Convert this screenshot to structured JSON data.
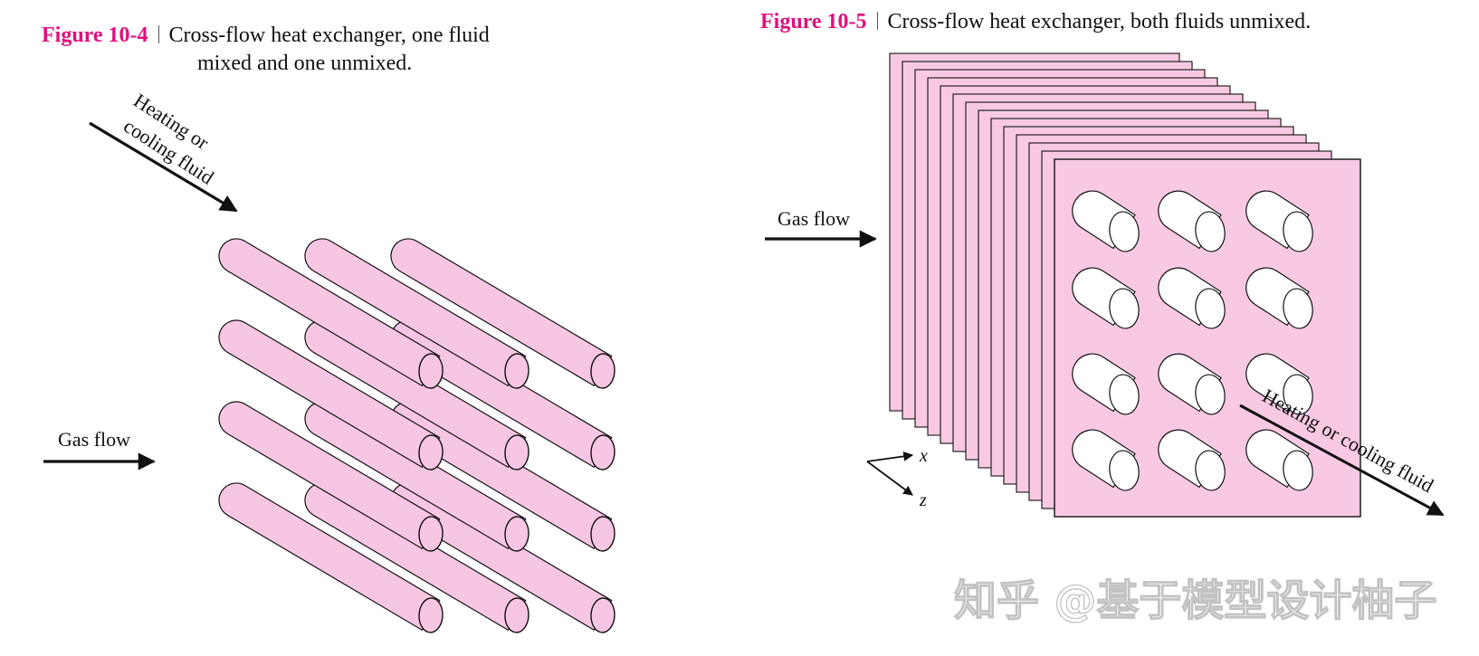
{
  "figure_left": {
    "number": "Figure 10-4",
    "caption_line1": "Cross-flow heat exchanger, one fluid",
    "caption_line2": "mixed and one unmixed.",
    "label_heating_line1": "Heating or",
    "label_heating_line2": "cooling fluid",
    "label_gas": "Gas flow"
  },
  "figure_right": {
    "number": "Figure 10-5",
    "caption": "Cross-flow heat exchanger, both fluids unmixed.",
    "label_gas": "Gas flow",
    "label_heating": "Heating or cooling fluid",
    "axis_x": "x",
    "axis_z": "z"
  },
  "watermark": "知乎 @基于模型设计柚子",
  "colors": {
    "tube_fill": "#f7c6e2",
    "plate_fill": "#f9c9e3",
    "outline": "#111111",
    "figure_label": "#e0107e"
  }
}
